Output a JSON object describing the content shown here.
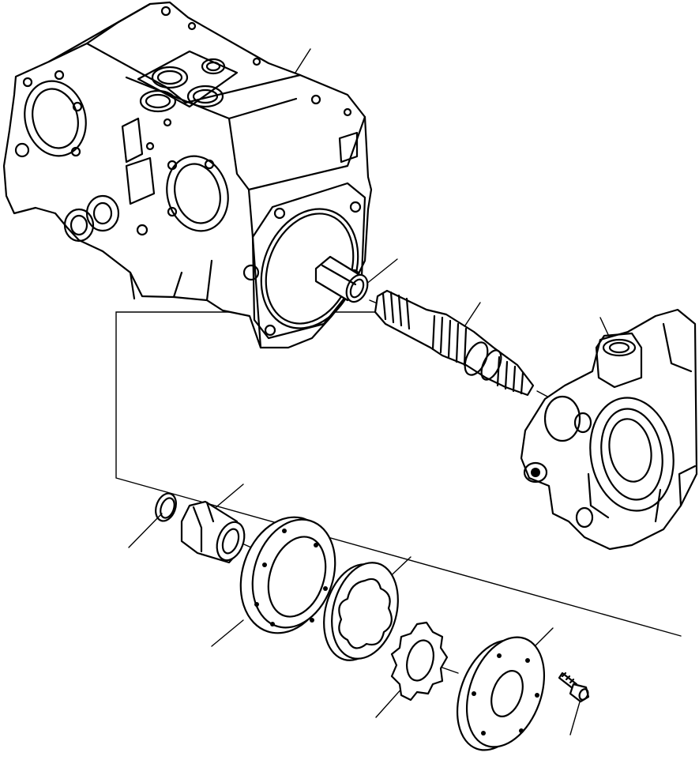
{
  "diagram": {
    "type": "exploded-parts-view",
    "parts": [
      {
        "id": "pump-housing",
        "icon": "pump-housing-icon"
      },
      {
        "id": "bushing",
        "icon": "bushing-icon"
      },
      {
        "id": "splined-shaft",
        "icon": "splined-shaft-icon"
      },
      {
        "id": "end-cover",
        "icon": "end-cover-icon"
      },
      {
        "id": "snap-ring",
        "icon": "snap-ring-icon"
      },
      {
        "id": "bearing-sleeve",
        "icon": "bearing-sleeve-icon"
      },
      {
        "id": "gerotor-housing-ring",
        "icon": "housing-ring-icon"
      },
      {
        "id": "outer-rotor",
        "icon": "outer-rotor-icon"
      },
      {
        "id": "inner-rotor",
        "icon": "inner-rotor-icon"
      },
      {
        "id": "cover-plate",
        "icon": "cover-plate-icon"
      },
      {
        "id": "bolt",
        "icon": "bolt-icon"
      }
    ]
  }
}
